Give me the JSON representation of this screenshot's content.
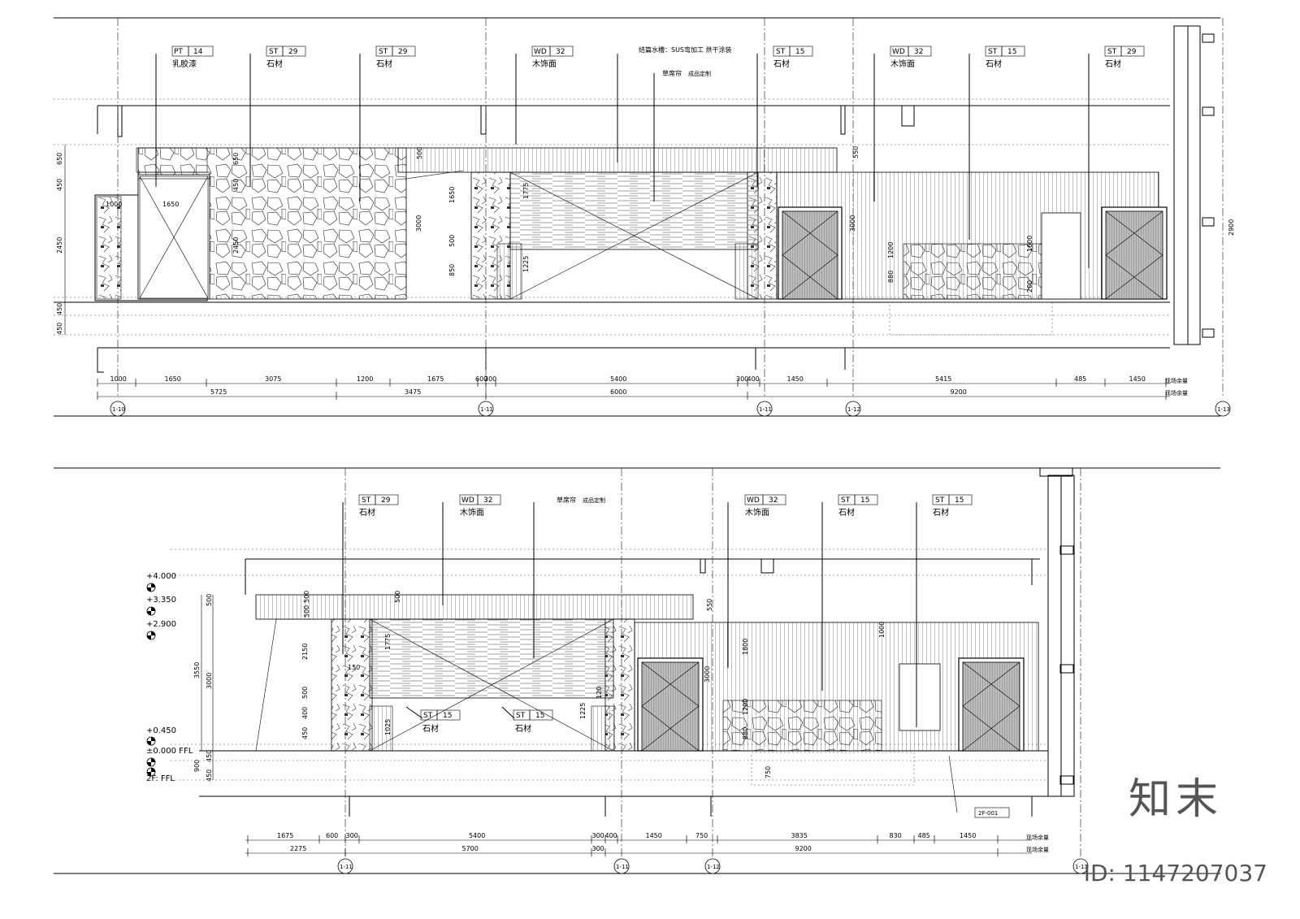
{
  "materials": {
    "pt": {
      "code": "PT",
      "num": "14",
      "name": "乳胶漆"
    },
    "st29": {
      "code": "ST",
      "num": "29",
      "name": "石材"
    },
    "st15": {
      "code": "ST",
      "num": "15",
      "name": "石材"
    },
    "wd32": {
      "code": "WD",
      "num": "32",
      "name": "木饰面"
    }
  },
  "notes": {
    "sus": "结篇水槽：SUS弯加工  烘干涂装",
    "curtain": "草席帘",
    "curtain_sub": "成品定制",
    "site": "现场余量"
  },
  "grid": {
    "g10": "1-10",
    "g11": "1-11",
    "g11b": "1-11",
    "g12": "1-12",
    "g13": "1-13"
  },
  "top": {
    "dim_row1": [
      "1000",
      "1650",
      "3075",
      "1200",
      "1675",
      "600",
      "300",
      "5400",
      "300",
      "400",
      "1450",
      "5415",
      "485",
      "1450"
    ],
    "dim_row2": [
      "5725",
      "3475",
      "6000",
      "9200"
    ],
    "vert_left": [
      "650",
      "450",
      "2450",
      "450",
      "450"
    ],
    "inner": {
      "d1000": "1000",
      "d1650": "1650",
      "d650": "650",
      "d450": "450",
      "d2450": "2450",
      "d3000": "3000",
      "d1650v": "1650",
      "d500": "500",
      "d850": "850",
      "d500b": "500",
      "d1775": "1775",
      "d1225": "1225",
      "d550": "550",
      "d3000b": "3000",
      "d2900": "2900",
      "d1200": "1200",
      "d880": "880",
      "d1600": "1600",
      "d200": "200",
      "d1450": "1450"
    }
  },
  "bottom": {
    "levels": [
      "+4.000",
      "+3.350",
      "+2.900",
      "+0.450",
      "±0.000 FFL",
      "2F: FFL"
    ],
    "dim_row1": [
      "1675",
      "600",
      "300",
      "5400",
      "300",
      "400",
      "1450",
      "750",
      "3835",
      "830",
      "485",
      "1450"
    ],
    "dim_row2": [
      "2275",
      "5700",
      "300",
      "9200"
    ],
    "vert_left": [
      "500",
      "3550",
      "3000",
      "450",
      "900",
      "450"
    ],
    "inner": {
      "d50a": "500",
      "d50b": "500",
      "d500c": "500",
      "d2150": "2150",
      "d150": "150",
      "d500d": "500",
      "d400": "400",
      "d450": "450",
      "d1775": "1775",
      "d1025": "1025",
      "d550": "550",
      "d1800": "1800",
      "d3000": "3000",
      "d1000": "1000",
      "d1200": "1200",
      "d880": "880",
      "d750": "750",
      "d1225": "1225",
      "d120": "120"
    },
    "tag_code": "2F-001"
  },
  "brand": "知末",
  "id_text": "ID: 1147207037"
}
